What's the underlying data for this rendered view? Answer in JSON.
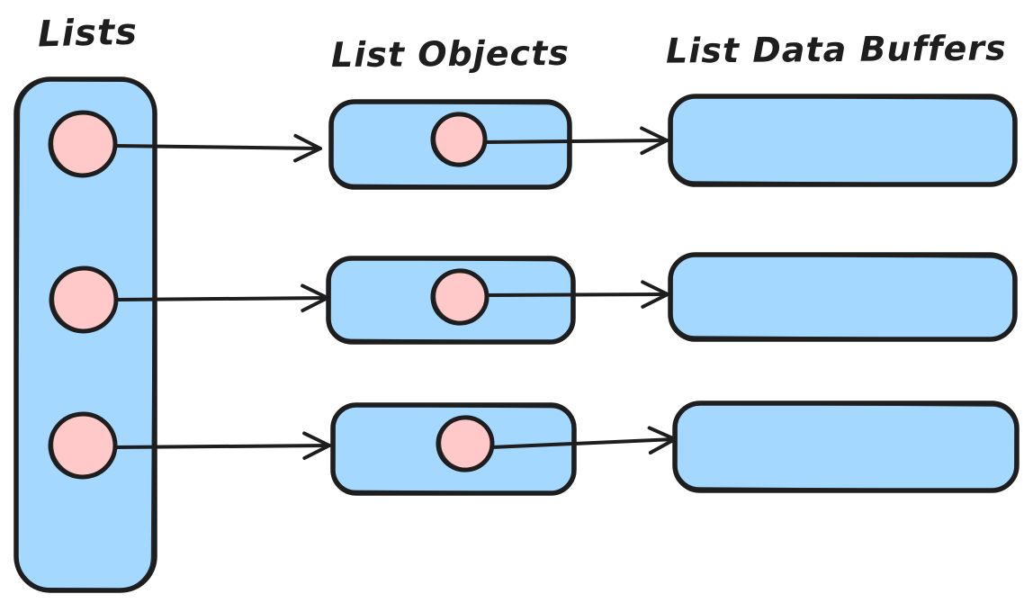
{
  "diagram": {
    "labels": {
      "lists": "Lists",
      "list_objects": "List Objects",
      "list_data_buffers": "List Data Buffers"
    },
    "colors": {
      "background": "#ffffff",
      "stroke": "#1e1e1e",
      "container_fill": "#a5d8ff",
      "pointer_fill": "#ffc9c9"
    },
    "structure": {
      "row_count": 3,
      "lists_container_pointer_count": 3,
      "list_object_count": 3,
      "list_data_buffer_count": 3,
      "arrow_count": 6
    }
  }
}
